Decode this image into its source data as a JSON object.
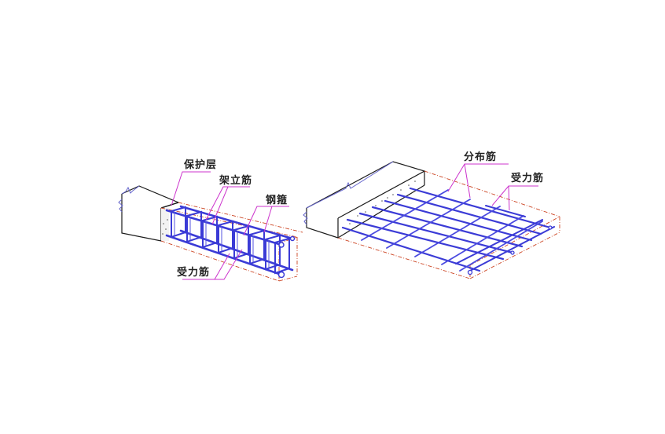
{
  "diagram": {
    "title": "",
    "colors": {
      "concrete_outline": "#1a1a1a",
      "break_line": "#6666cc",
      "rebar": "#3b3bd6",
      "rebar_light": "#7070e0",
      "leader": "#cc33cc",
      "cover_dashed": "#cc4422",
      "label_text": "#222222"
    },
    "beam": {
      "name": "beam",
      "labels": [
        {
          "id": "cover",
          "text": "保护层"
        },
        {
          "id": "erection_bar",
          "text": "架立筋"
        },
        {
          "id": "stirrup",
          "text": "钢箍"
        },
        {
          "id": "main_bar",
          "text": "受力筋"
        }
      ]
    },
    "slab": {
      "name": "slab",
      "labels": [
        {
          "id": "distribution_bar",
          "text": "分布筋"
        },
        {
          "id": "main_bar",
          "text": "受力筋"
        }
      ]
    }
  }
}
